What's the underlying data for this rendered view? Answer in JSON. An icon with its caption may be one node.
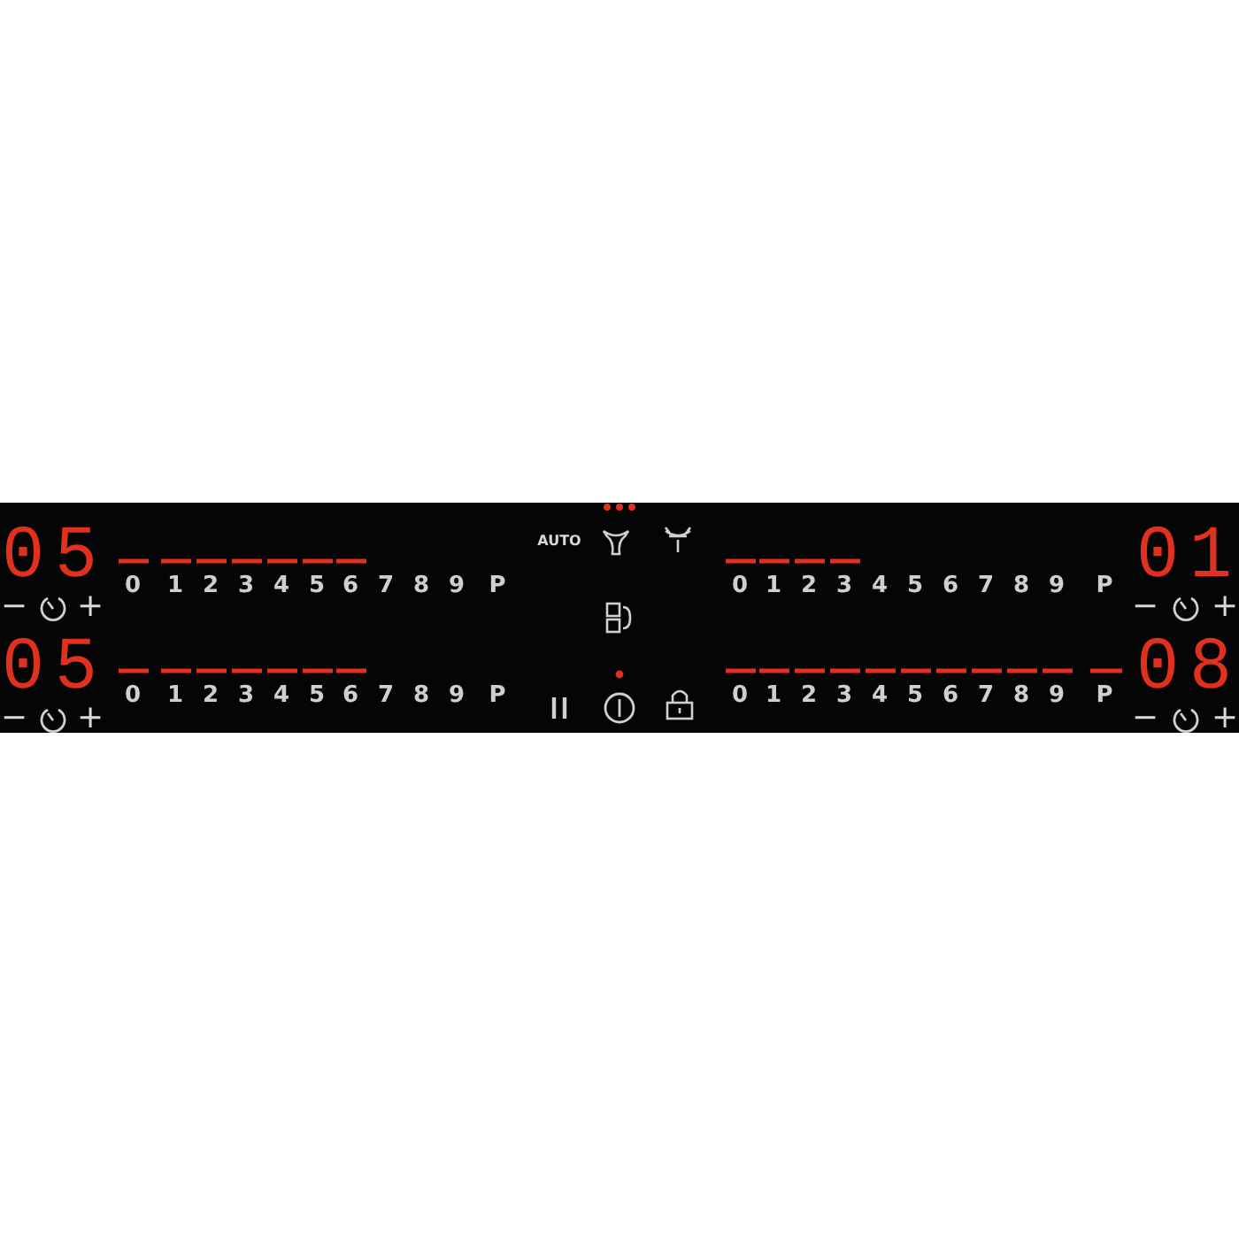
{
  "diagram": {
    "labels": [
      "05",
      "0",
      "1",
      "2",
      "3",
      "4",
      "5",
      "6",
      "7",
      "8",
      "9",
      "P",
      "AUTO",
      "0",
      "1",
      "2",
      "3",
      "4",
      "5",
      "6",
      "7",
      "8",
      "9",
      "P",
      "01",
      "−",
      "+",
      "−",
      "+",
      "05",
      "0",
      "1",
      "2",
      "3",
      "4",
      "5",
      "6",
      "7",
      "8",
      "9",
      "P",
      "0",
      "1",
      "2",
      "3",
      "4",
      "5",
      "6",
      "7",
      "8",
      "9",
      "P",
      "08",
      "−",
      "+",
      "−",
      "+"
    ]
  }
}
